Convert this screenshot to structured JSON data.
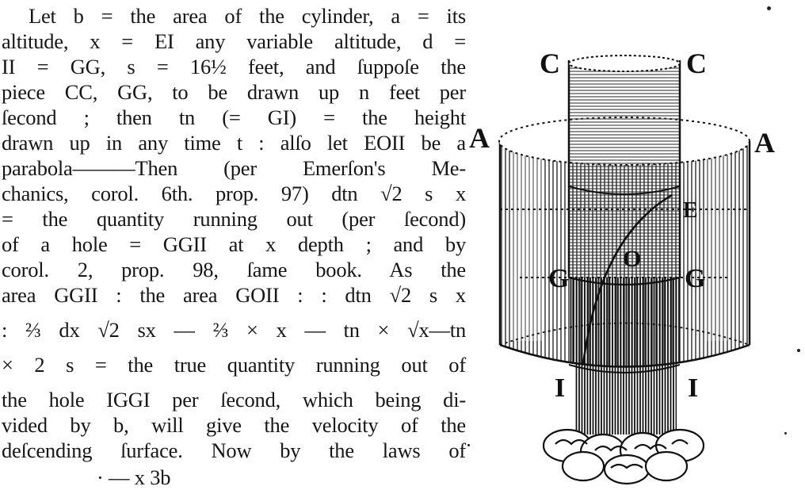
{
  "text_lines": [
    "Let b = the area of the cylinder, a = its",
    "altitude, x = EI any variable altitude, d =",
    "II = GG, s = 16½ feet, and ſuppoſe the",
    "piece CC, GG, to be drawn up n feet per",
    "ſecond ; then tn (= GI) = the height",
    "drawn up in any time t : alſo let EOII be a",
    "parabola———Then (per Emerſon's Me-",
    "chanics, corol. 6th. prop. 97) dtn √2 s x",
    "= the quantity running out (per ſecond)",
    "of a hole = GGII at x depth ; and by",
    "corol. 2, prop. 98, ſame book.  As the",
    "area GGII : the area GOII : : dtn √2 s x",
    ": ⅔ dx √2 sx — ⅔ × x — tn × √x—tn",
    "× 2 s = the true quantity running out of",
    "the hole IGGI per ſecond, which being di-",
    "vided by b, will give the velocity of the",
    "deſcending ſurface.  Now by the laws of",
    "·        — x          3b"
  ],
  "figure_labels": {
    "c_left": "C",
    "c_right": "C",
    "a_left": "A",
    "a_right": "A",
    "e": "E",
    "o": "O",
    "g_left": "G",
    "g_right": "G",
    "i_left": "I",
    "i_right": "I"
  }
}
